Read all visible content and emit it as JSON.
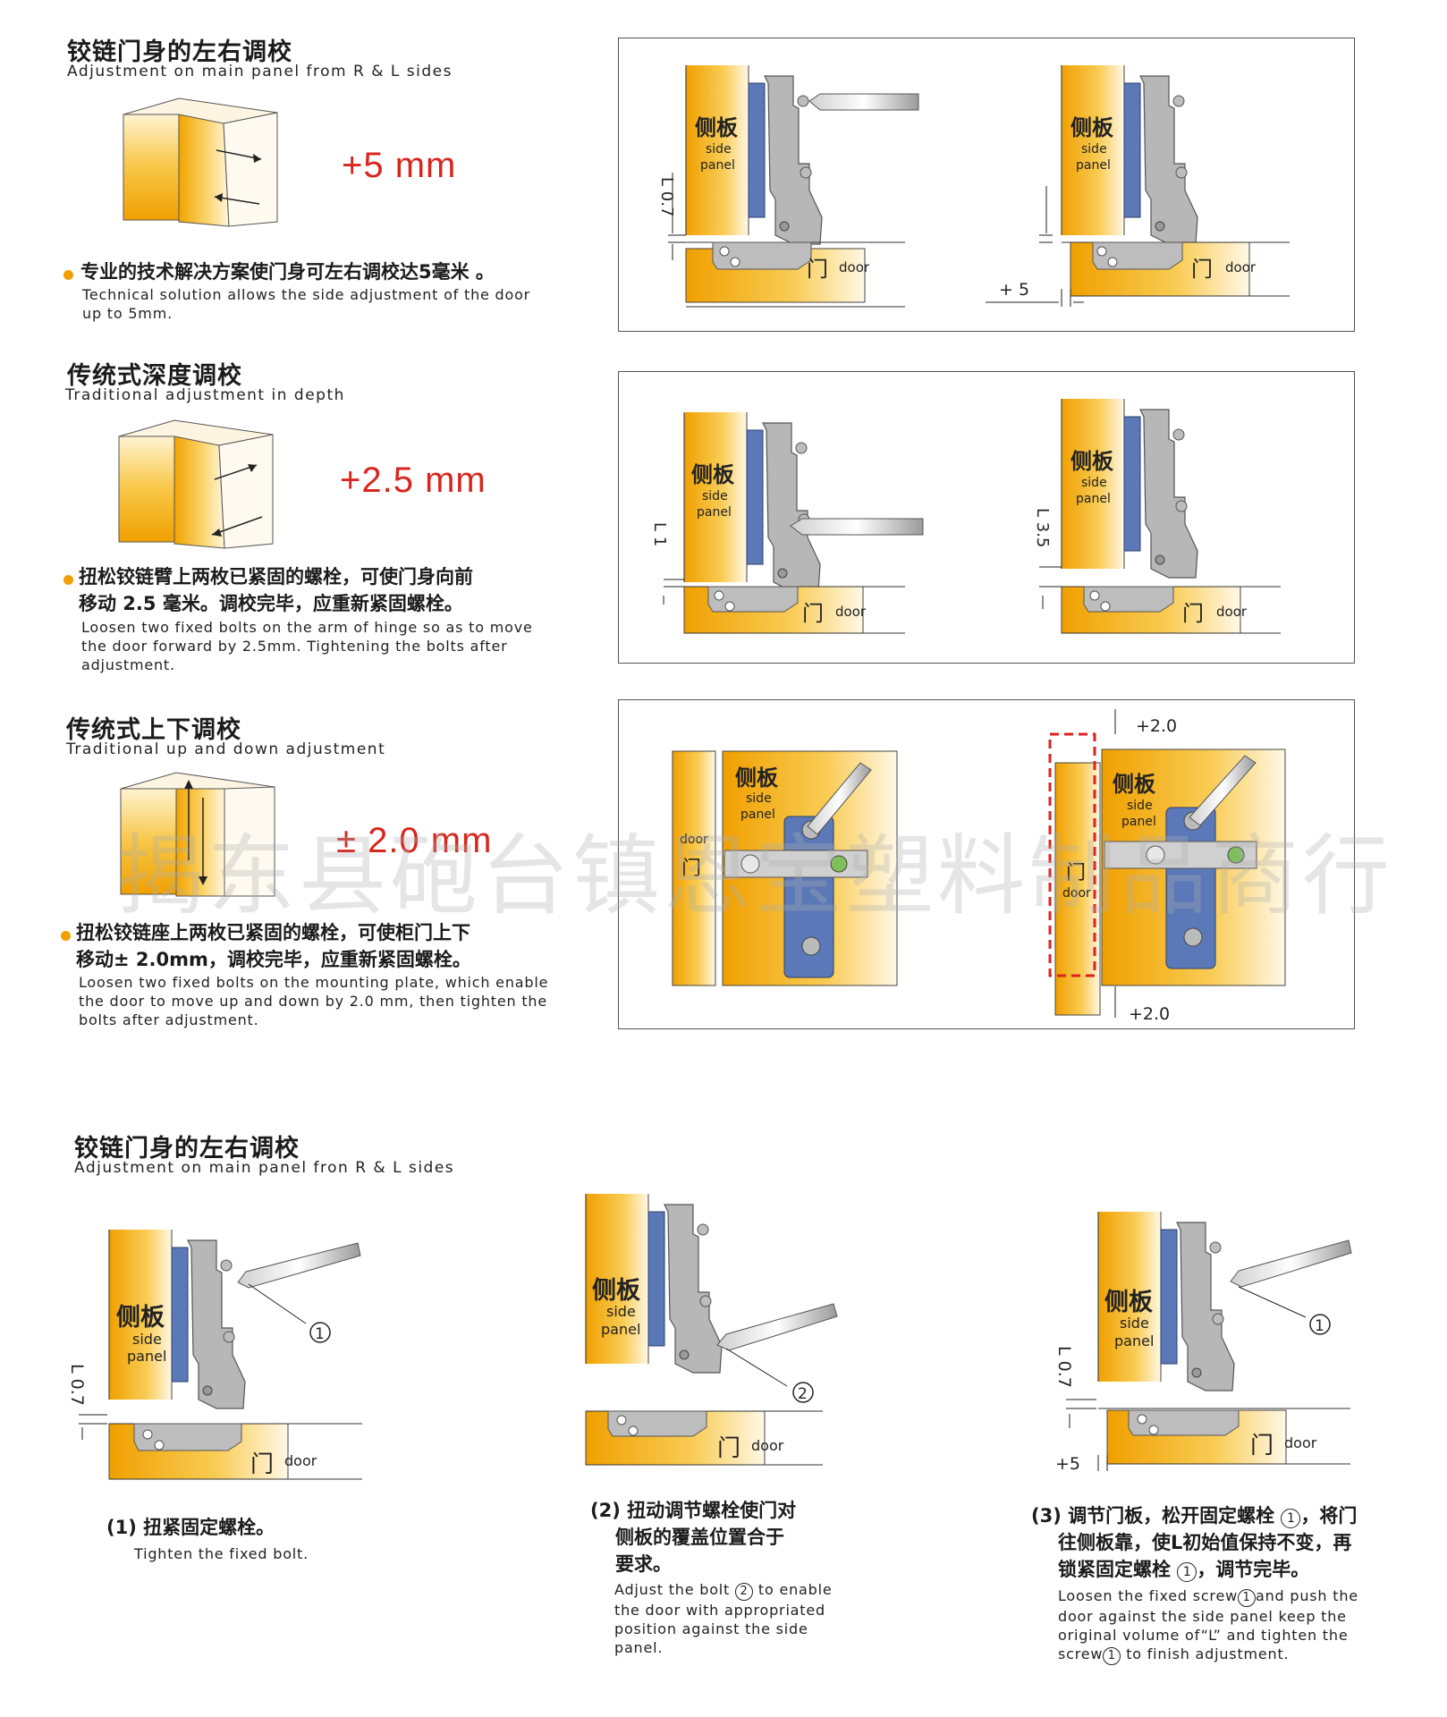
{
  "sections": [
    {
      "title_cn": "铰链门身的左右调校",
      "title_en": "Adjustment on main panel from R & L sides",
      "value": "+5 mm",
      "desc_cn": [
        "专业的技术解决方案使门身可左右调校达5毫米 。"
      ],
      "desc_en": [
        "Technical solution allows the side adjustment of the door",
        "up to 5mm."
      ]
    },
    {
      "title_cn": "传统式深度调校",
      "title_en": "Traditional adjustment in depth",
      "value": "+2.5 mm",
      "desc_cn": [
        "扭松铰链臂上两枚已紧固的螺栓，可使门身向前",
        "移动 2.5 毫米。调校完毕，应重新紧固螺栓。"
      ],
      "desc_en": [
        "Loosen two fixed bolts on the arm of hinge so as to move",
        "the door forward by 2.5mm. Tightening the bolts after",
        "adjustment."
      ]
    },
    {
      "title_cn": "传统式上下调校",
      "title_en": "Traditional up and down adjustment",
      "value": "± 2.0 mm",
      "desc_cn": [
        "扭松铰链座上两枚已紧固的螺栓，可使柜门上下",
        "移动± 2.0mm，调校完毕，应重新紧固螺栓。"
      ],
      "desc_en": [
        "Loosen two fixed bolts on the mounting plate, which enable",
        "the door to move up and down by 2.0 mm, then tighten the",
        "bolts after adjustment."
      ]
    }
  ],
  "labels": {
    "side_cn": "侧板",
    "side_en1": "side",
    "side_en2": "panel",
    "door_cn": "门",
    "door_en": "door"
  },
  "measures": {
    "l07": "L 0.7",
    "l1": "L 1",
    "l35": "L 3.5",
    "plus5": "+ 5",
    "plus5b": "+5",
    "plus2": "+2.0"
  },
  "bottom": {
    "title_cn": "铰链门身的左右调校",
    "title_en": "Adjustment on main panel fron R & L sides",
    "step1": {
      "cn": "(1) 扭紧固定螺栓。",
      "en": "Tighten the fixed bolt.",
      "num": "1"
    },
    "step2": {
      "cn": [
        "(2) 扭动调节螺栓使门对",
        "侧板的覆盖位置合于",
        "要求。"
      ],
      "en": [
        "Adjust the bolt",
        "to enable",
        "the door with appropriated",
        "position against the side",
        "panel."
      ],
      "num": "2"
    },
    "step3": {
      "cn": [
        "(3) 调节门板，松开固定螺栓",
        "，将门",
        "往侧板靠，使L初始值保持不变，再",
        "锁紧固定螺栓",
        "，调节完毕。"
      ],
      "en": [
        "Loosen the fixed screw",
        "and push the",
        "door against the side panel keep the",
        "original volume of“L” and tighten the",
        "screw",
        "to finish adjustment."
      ],
      "num": "1"
    }
  },
  "watermark": "揭东县砲台镇恩宝塑料制品商行",
  "colors": {
    "accent": "#f2a000",
    "value_red": "#d7261e",
    "hinge_blue": "#5b78b8",
    "hinge_grey": "#b3b3b3",
    "dash_red": "#e02020"
  }
}
